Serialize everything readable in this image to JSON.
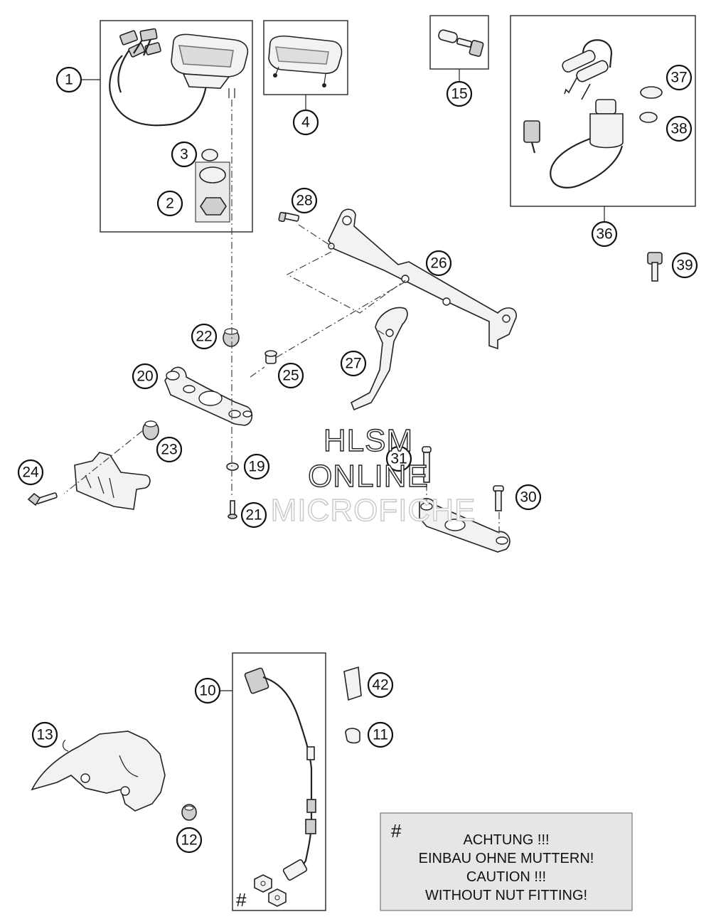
{
  "callouts": [
    {
      "id": "1",
      "label": "1"
    },
    {
      "id": "2",
      "label": "2"
    },
    {
      "id": "3",
      "label": "3"
    },
    {
      "id": "4",
      "label": "4"
    },
    {
      "id": "15",
      "label": "15"
    },
    {
      "id": "37",
      "label": "37"
    },
    {
      "id": "38",
      "label": "38"
    },
    {
      "id": "36",
      "label": "36"
    },
    {
      "id": "39",
      "label": "39"
    },
    {
      "id": "28",
      "label": "28"
    },
    {
      "id": "26",
      "label": "26"
    },
    {
      "id": "22",
      "label": "22"
    },
    {
      "id": "20",
      "label": "20"
    },
    {
      "id": "25",
      "label": "25"
    },
    {
      "id": "27",
      "label": "27"
    },
    {
      "id": "23",
      "label": "23"
    },
    {
      "id": "24",
      "label": "24"
    },
    {
      "id": "19",
      "label": "19"
    },
    {
      "id": "31",
      "label": "31"
    },
    {
      "id": "30",
      "label": "30"
    },
    {
      "id": "21",
      "label": "21"
    },
    {
      "id": "10",
      "label": "10"
    },
    {
      "id": "42",
      "label": "42"
    },
    {
      "id": "11",
      "label": "11"
    },
    {
      "id": "13",
      "label": "13"
    },
    {
      "id": "12",
      "label": "12"
    }
  ],
  "watermark": {
    "line1": "HLSM",
    "line2": "ONLINE",
    "line3": "MICROFICHE"
  },
  "note": {
    "symbol": "#",
    "lines": [
      "ACHTUNG !!!",
      "EINBAU OHNE MUTTERN!",
      "CAUTION !!!",
      "WITHOUT NUT FITTING!"
    ]
  },
  "nut_marker": "#"
}
